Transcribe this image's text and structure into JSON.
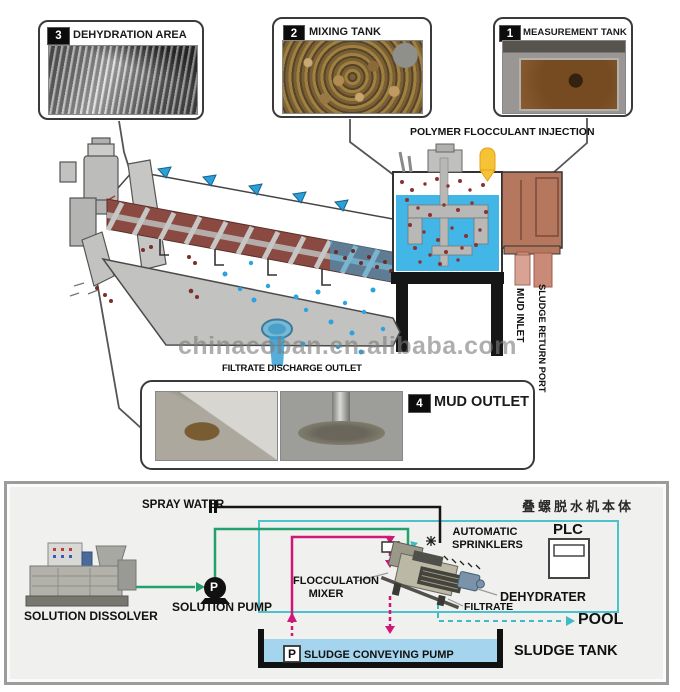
{
  "top_diagram": {
    "insets": [
      {
        "badge": "3",
        "title": "DEHYDRATION AREA"
      },
      {
        "badge": "2",
        "title": "MIXING TANK"
      },
      {
        "badge": "1",
        "title": "MEASUREMENT TANK"
      },
      {
        "badge": "4",
        "title": "MUD OUTLET"
      }
    ],
    "labels": {
      "polymer_injection": "POLYMER FLOCCULANT INJECTION",
      "mud_inlet": "MUD INLET",
      "sludge_return_port": "SLUDGE RETURN PORT",
      "filtrate_discharge_outlet": "FILTRATE DISCHARGE OUTLET"
    },
    "watermark": "chinacoban.en.alibaba.com"
  },
  "flow_diagram": {
    "title_cn": "叠螺脱水机本体",
    "labels": {
      "spray_water": "SPRAY WATER",
      "automatic_sprinklers": "AUTOMATIC SPRINKLERS",
      "plc": "PLC",
      "flocculation_mixer": "FLOCCULATION MIXER",
      "dehydrater": "DEHYDRATER",
      "filtrate": "FILTRATE",
      "pool": "POOL",
      "sludge_tank": "SLUDGE TANK",
      "sludge_conveying_pump": "SLUDGE CONVEYING PUMP",
      "solution_dissolver": "SOLUTION DISSOLVER",
      "solution_pump": "SOLUTION PUMP",
      "pump_symbol": "P"
    },
    "colors": {
      "dosing_line_green": "#22a06e",
      "sludge_line_magenta": "#cf1778",
      "machine_boundary_teal": "#3bbcc6",
      "mix_water_blue": "#42b6e6",
      "measurement_tank_brown": "#b5785f",
      "screw_barrel_maroon": "#8a4a42",
      "injection_yellow": "#f6c337",
      "sludge_tank_water": "#a5d5ee"
    }
  }
}
